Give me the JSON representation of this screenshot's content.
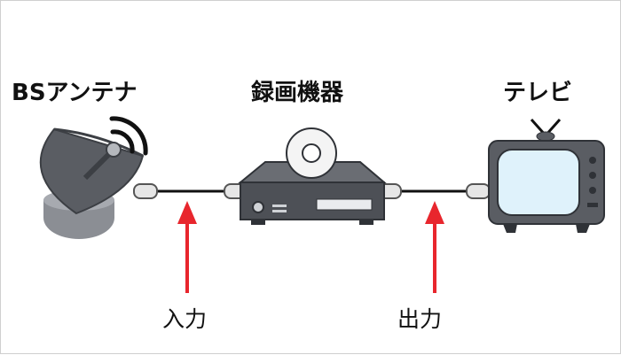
{
  "devices": {
    "antenna": "BSアンテナ",
    "recorder": "録画機器",
    "tv": "テレビ"
  },
  "connections": {
    "input": "入力",
    "output": "出力"
  },
  "colors": {
    "device_body": "#5a5d63",
    "device_dark": "#3c3f44",
    "screen": "#dff2fb",
    "cable": "#111111",
    "connector": "#e6e6e6",
    "arrow": "#e8262d",
    "disc": "#f4f4f4"
  },
  "icons": [
    "satellite-dish-icon",
    "recorder-icon",
    "disc-icon",
    "tv-icon",
    "arrow-up-icon"
  ]
}
